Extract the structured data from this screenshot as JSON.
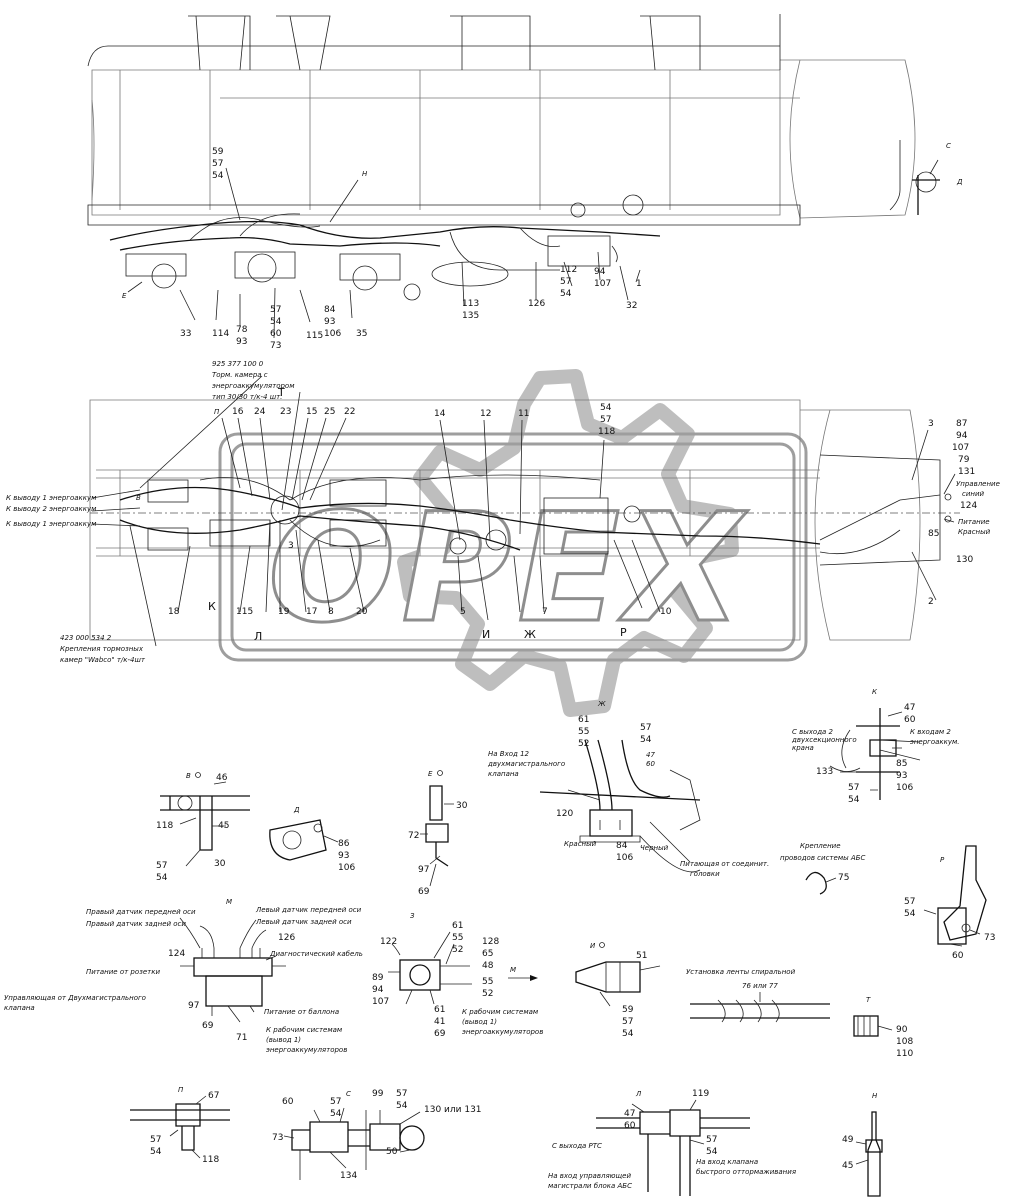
{
  "watermark": "OPEX",
  "top_view": {
    "callouts": [
      "59",
      "57",
      "54",
      "Н",
      "С",
      "Д",
      "Е",
      "33",
      "114",
      "78",
      "93",
      "57",
      "54",
      "60",
      "73",
      "84",
      "93",
      "106",
      "115",
      "35",
      "113",
      "135",
      "126",
      "112",
      "57",
      "54",
      "94",
      "107",
      "32",
      "1"
    ]
  },
  "plan_view": {
    "callouts": [
      "925 377 100 0",
      "Торм. камера с",
      "энергоаккумулятором",
      "тип 30/30 т/к-4 шт.",
      "Т",
      "П",
      "16",
      "24",
      "23",
      "15",
      "25",
      "22",
      "14",
      "12",
      "11",
      "54",
      "57",
      "118",
      "3",
      "87",
      "94",
      "107",
      "79",
      "131",
      "Управление",
      "синий",
      "124",
      "85",
      "Питание",
      "Красный",
      "130",
      "2",
      "10",
      "Р",
      "7",
      "Ж",
      "И",
      "5",
      "20",
      "8",
      "17",
      "19",
      "Л",
      "115",
      "К",
      "18",
      "К выводу 1 энергоаккум",
      "К выводу 2 энергоаккум",
      "К выводу 1 энергоаккум",
      "423 000 534 2",
      "Крепления тормозных",
      "камер \"Wabco\" т/к-4шт",
      "В",
      "3"
    ]
  },
  "details": {
    "V": {
      "title": "В",
      "callouts": [
        "46",
        "118",
        "45",
        "57",
        "54",
        "30"
      ]
    },
    "D": {
      "title": "Д",
      "callouts": [
        "86",
        "93",
        "106"
      ]
    },
    "E": {
      "title": "Е",
      "callouts": [
        "30",
        "72",
        "97",
        "69"
      ]
    },
    "ZH": {
      "title": "Ж",
      "callouts": [
        "61",
        "55",
        "52",
        "57",
        "54",
        "47",
        "60",
        "120",
        "84",
        "106"
      ],
      "texts": [
        "На Вход 12",
        "двухмагистрального",
        "клапана",
        "Красный",
        "Черный",
        "Питающая от соединит.",
        "головки"
      ]
    },
    "K": {
      "title": "К",
      "callouts": [
        "47",
        "60",
        "85",
        "93",
        "106",
        "133",
        "57",
        "54"
      ],
      "texts": [
        "С выхода 2",
        "двухсекционного",
        "крана",
        "К входам 2",
        "энергоаккум."
      ]
    },
    "krepl": {
      "texts": [
        "Крепление",
        "проводов системы АБС"
      ],
      "callouts": [
        "75"
      ]
    },
    "R": {
      "title": "Р",
      "callouts": [
        "57",
        "54",
        "60",
        "73"
      ]
    },
    "M": {
      "title": "М",
      "callouts": [
        "124",
        "97",
        "69",
        "71",
        "126"
      ],
      "texts": [
        "Правый датчик передней оси",
        "Правый датчик задней оси",
        "Левый датчик передней оси",
        "Левый датчик задней оси",
        "Диагностический кабель",
        "Питание от розетки",
        "Управляющая от Двухмагистрального",
        "клапана",
        "Питание от баллона",
        "К рабочим системам",
        "(вывод 1)",
        "энергоаккумуляторов"
      ]
    },
    "Z": {
      "title": "З",
      "callouts": [
        "122",
        "61",
        "55",
        "52",
        "128",
        "65",
        "48",
        "55",
        "52",
        "89",
        "94",
        "107",
        "61",
        "41",
        "69"
      ],
      "arrow": "М",
      "texts": [
        "К рабочим системам",
        "(вывод 1)",
        "энергоаккумуляторов"
      ]
    },
    "I": {
      "title": "И",
      "callouts": [
        "51",
        "59",
        "57",
        "54"
      ]
    },
    "lenta": {
      "texts": [
        "Установка ленты спиральной",
        "76 или 77"
      ]
    },
    "T": {
      "title": "Т",
      "callouts": [
        "90",
        "108",
        "110"
      ]
    },
    "P": {
      "title": "П",
      "callouts": [
        "67",
        "57",
        "54",
        "118"
      ]
    },
    "S": {
      "title": "С",
      "callouts": [
        "60",
        "57",
        "54",
        "99",
        "57",
        "54",
        "73",
        "130 или 131",
        "50",
        "134"
      ]
    },
    "L": {
      "title": "Л",
      "callouts": [
        "47",
        "60",
        "119",
        "57",
        "54"
      ],
      "texts": [
        "С выхода РТС",
        "На вход управляющей",
        "магистрали блока АБС",
        "На вход клапана",
        "быстрого оттормаживания"
      ]
    },
    "N": {
      "title": "Н",
      "callouts": [
        "49",
        "45"
      ]
    }
  }
}
